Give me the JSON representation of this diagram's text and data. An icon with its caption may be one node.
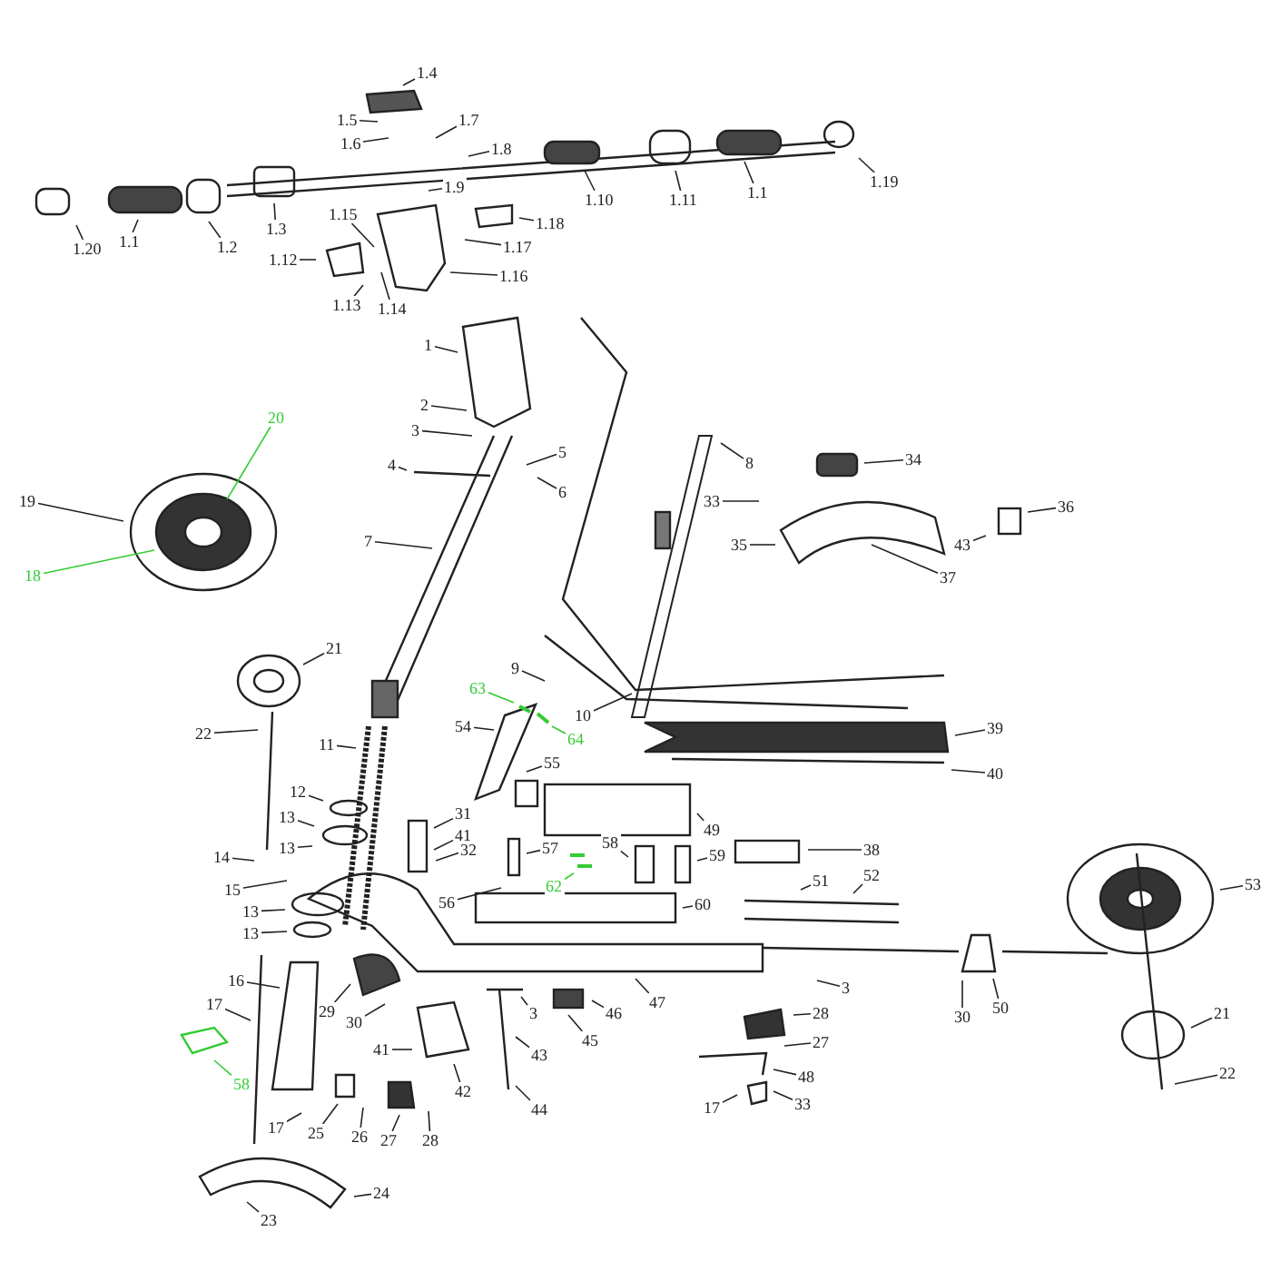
{
  "diagram": {
    "nodes": [
      {
        "text": [
          "1.4"
        ]
      },
      {
        "text": [
          "1.5"
        ]
      },
      {
        "text": [
          "1.6"
        ]
      },
      {
        "text": [
          "1.7"
        ]
      },
      {
        "text": [
          "1.8"
        ]
      },
      {
        "text": [
          "1.9"
        ]
      },
      {
        "text": [
          "1.10"
        ]
      },
      {
        "text": [
          "1.11"
        ]
      },
      {
        "text": [
          "1.1"
        ]
      },
      {
        "text": [
          "1.19"
        ]
      },
      {
        "text": [
          "1.20"
        ]
      },
      {
        "text": [
          "1.1"
        ]
      },
      {
        "text": [
          "1.2"
        ]
      },
      {
        "text": [
          "1.3"
        ]
      },
      {
        "text": [
          "1.15"
        ]
      },
      {
        "text": [
          "1.12"
        ]
      },
      {
        "text": [
          "1.13"
        ]
      },
      {
        "text": [
          "1.14"
        ]
      },
      {
        "text": [
          "1.18"
        ]
      },
      {
        "text": [
          "1.17"
        ]
      },
      {
        "text": [
          "1.16"
        ]
      },
      {
        "text": [
          "1"
        ]
      },
      {
        "text": [
          "2"
        ]
      },
      {
        "text": [
          "3"
        ]
      },
      {
        "text": [
          "4"
        ]
      },
      {
        "text": [
          "5"
        ]
      },
      {
        "text": [
          "6"
        ]
      },
      {
        "text": [
          "7"
        ]
      },
      {
        "text": [
          "8"
        ]
      },
      {
        "text": [
          "33"
        ]
      },
      {
        "text": [
          "34"
        ]
      },
      {
        "text": [
          "35"
        ]
      },
      {
        "text": [
          "36"
        ]
      },
      {
        "text": [
          "43"
        ]
      },
      {
        "text": [
          "37"
        ]
      },
      {
        "text": [
          "19"
        ]
      },
      {
        "text": [
          "20"
        ]
      },
      {
        "text": [
          "18"
        ]
      },
      {
        "text": [
          "21"
        ]
      },
      {
        "text": [
          "22"
        ]
      },
      {
        "text": [
          "11"
        ]
      },
      {
        "text": [
          "12"
        ]
      },
      {
        "text": [
          "13"
        ]
      },
      {
        "text": [
          "13"
        ]
      },
      {
        "text": [
          "14"
        ]
      },
      {
        "text": [
          "15"
        ]
      },
      {
        "text": [
          "13"
        ]
      },
      {
        "text": [
          "13"
        ]
      },
      {
        "text": [
          "16"
        ]
      },
      {
        "text": [
          "17"
        ]
      },
      {
        "text": [
          "58"
        ]
      },
      {
        "text": [
          "17"
        ]
      },
      {
        "text": [
          "25"
        ]
      },
      {
        "text": [
          "26"
        ]
      },
      {
        "text": [
          "27"
        ]
      },
      {
        "text": [
          "28"
        ]
      },
      {
        "text": [
          "24"
        ]
      },
      {
        "text": [
          "23"
        ]
      },
      {
        "text": [
          "29"
        ]
      },
      {
        "text": [
          "30"
        ]
      },
      {
        "text": [
          "41"
        ]
      },
      {
        "text": [
          "42"
        ]
      },
      {
        "text": [
          "9"
        ]
      },
      {
        "text": [
          "10"
        ]
      },
      {
        "text": [
          "63"
        ]
      },
      {
        "text": [
          "54"
        ]
      },
      {
        "text": [
          "64"
        ]
      },
      {
        "text": [
          "55"
        ]
      },
      {
        "text": [
          "31"
        ]
      },
      {
        "text": [
          "41"
        ]
      },
      {
        "text": [
          "32"
        ]
      },
      {
        "text": [
          "56"
        ]
      },
      {
        "text": [
          "57"
        ]
      },
      {
        "text": [
          "58"
        ]
      },
      {
        "text": [
          "62"
        ]
      },
      {
        "text": [
          "49"
        ]
      },
      {
        "text": [
          "59"
        ]
      },
      {
        "text": [
          "60"
        ]
      },
      {
        "text": [
          "38"
        ]
      },
      {
        "text": [
          "51"
        ]
      },
      {
        "text": [
          "52"
        ]
      },
      {
        "text": [
          "47"
        ]
      },
      {
        "text": [
          "3"
        ]
      },
      {
        "text": [
          "43"
        ]
      },
      {
        "text": [
          "44"
        ]
      },
      {
        "text": [
          "45"
        ]
      },
      {
        "text": [
          "46"
        ]
      },
      {
        "text": [
          "3"
        ]
      },
      {
        "text": [
          "28"
        ]
      },
      {
        "text": [
          "27"
        ]
      },
      {
        "text": [
          "48"
        ]
      },
      {
        "text": [
          "17"
        ]
      },
      {
        "text": [
          "33"
        ]
      },
      {
        "text": [
          "39"
        ]
      },
      {
        "text": [
          "40"
        ]
      },
      {
        "text": [
          "53"
        ]
      },
      {
        "text": [
          "50"
        ]
      },
      {
        "text": [
          "30"
        ]
      },
      {
        "text": [
          "21"
        ]
      },
      {
        "text": [
          "22"
        ]
      }
    ],
    "edges": [
      {
        "from": 0,
        "to": null,
        "arrow": "none"
      },
      {
        "from": 1,
        "to": null,
        "arrow": "none"
      },
      {
        "from": 2,
        "to": null,
        "arrow": "none"
      },
      {
        "from": 3,
        "to": null,
        "arrow": "none"
      },
      {
        "from": 4,
        "to": null,
        "arrow": "none"
      },
      {
        "from": 5,
        "to": null,
        "arrow": "none"
      },
      {
        "from": 6,
        "to": null,
        "arrow": "none"
      },
      {
        "from": 7,
        "to": null,
        "arrow": "none"
      },
      {
        "from": 8,
        "to": null,
        "arrow": "none"
      },
      {
        "from": 9,
        "to": null,
        "arrow": "none"
      },
      {
        "from": 10,
        "to": null,
        "arrow": "none"
      },
      {
        "from": 11,
        "to": null,
        "arrow": "none"
      },
      {
        "from": 12,
        "to": null,
        "arrow": "none"
      },
      {
        "from": 13,
        "to": null,
        "arrow": "none"
      },
      {
        "from": 14,
        "to": null,
        "arrow": "none"
      },
      {
        "from": 15,
        "to": null,
        "arrow": "none"
      },
      {
        "from": 16,
        "to": null,
        "arrow": "none"
      },
      {
        "from": 17,
        "to": null,
        "arrow": "none"
      },
      {
        "from": 18,
        "to": null,
        "arrow": "none"
      },
      {
        "from": 19,
        "to": null,
        "arrow": "none"
      },
      {
        "from": 20,
        "to": null,
        "arrow": "none"
      },
      {
        "from": 21,
        "to": null,
        "arrow": "none"
      },
      {
        "from": 22,
        "to": null,
        "arrow": "none"
      },
      {
        "from": 23,
        "to": null,
        "arrow": "none"
      },
      {
        "from": 24,
        "to": null,
        "arrow": "none"
      },
      {
        "from": 25,
        "to": null,
        "arrow": "none"
      },
      {
        "from": 26,
        "to": null,
        "arrow": "none"
      },
      {
        "from": 27,
        "to": null,
        "arrow": "none"
      },
      {
        "from": 28,
        "to": null,
        "arrow": "none"
      },
      {
        "from": 29,
        "to": null,
        "arrow": "none"
      },
      {
        "from": 30,
        "to": null,
        "arrow": "none"
      },
      {
        "from": 31,
        "to": null,
        "arrow": "none"
      },
      {
        "from": 32,
        "to": null,
        "arrow": "none"
      },
      {
        "from": 33,
        "to": null,
        "arrow": "none"
      },
      {
        "from": 34,
        "to": null,
        "arrow": "none"
      },
      {
        "from": 35,
        "to": null,
        "arrow": "none"
      },
      {
        "from": 36,
        "to": null,
        "arrow": "none",
        "color": "#33cc33"
      },
      {
        "from": 37,
        "to": null,
        "arrow": "none",
        "color": "#33cc33"
      },
      {
        "from": 38,
        "to": null,
        "arrow": "none"
      },
      {
        "from": 39,
        "to": null,
        "arrow": "none"
      },
      {
        "from": 40,
        "to": null,
        "arrow": "none"
      },
      {
        "from": 41,
        "to": null,
        "arrow": "none"
      },
      {
        "from": 42,
        "to": null,
        "arrow": "none"
      },
      {
        "from": 43,
        "to": null,
        "arrow": "none"
      },
      {
        "from": 44,
        "to": null,
        "arrow": "none"
      },
      {
        "from": 45,
        "to": null,
        "arrow": "none"
      },
      {
        "from": 46,
        "to": null,
        "arrow": "none"
      },
      {
        "from": 47,
        "to": null,
        "arrow": "none"
      },
      {
        "from": 48,
        "to": null,
        "arrow": "none"
      },
      {
        "from": 49,
        "to": null,
        "arrow": "none"
      },
      {
        "from": 50,
        "to": null,
        "arrow": "none",
        "color": "#33cc33"
      },
      {
        "from": 51,
        "to": null,
        "arrow": "none"
      },
      {
        "from": 52,
        "to": null,
        "arrow": "none"
      },
      {
        "from": 53,
        "to": null,
        "arrow": "none"
      },
      {
        "from": 54,
        "to": null,
        "arrow": "none"
      },
      {
        "from": 55,
        "to": null,
        "arrow": "none"
      },
      {
        "from": 56,
        "to": null,
        "arrow": "none"
      },
      {
        "from": 57,
        "to": null,
        "arrow": "none"
      },
      {
        "from": 58,
        "to": null,
        "arrow": "none"
      },
      {
        "from": 59,
        "to": null,
        "arrow": "none"
      },
      {
        "from": 60,
        "to": null,
        "arrow": "none"
      },
      {
        "from": 61,
        "to": null,
        "arrow": "none"
      },
      {
        "from": 62,
        "to": null,
        "arrow": "none"
      },
      {
        "from": 63,
        "to": null,
        "arrow": "none"
      },
      {
        "from": 64,
        "to": null,
        "arrow": "none",
        "color": "#33cc33"
      },
      {
        "from": 65,
        "to": null,
        "arrow": "none"
      },
      {
        "from": 66,
        "to": null,
        "arrow": "none",
        "color": "#33cc33"
      },
      {
        "from": 67,
        "to": null,
        "arrow": "none"
      },
      {
        "from": 68,
        "to": null,
        "arrow": "none"
      },
      {
        "from": 69,
        "to": null,
        "arrow": "none"
      },
      {
        "from": 70,
        "to": null,
        "arrow": "none"
      },
      {
        "from": 71,
        "to": null,
        "arrow": "none"
      },
      {
        "from": 72,
        "to": null,
        "arrow": "none"
      },
      {
        "from": 73,
        "to": null,
        "arrow": "none"
      },
      {
        "from": 74,
        "to": null,
        "arrow": "none",
        "color": "#33cc33"
      },
      {
        "from": 75,
        "to": null,
        "arrow": "none"
      },
      {
        "from": 76,
        "to": null,
        "arrow": "none"
      },
      {
        "from": 77,
        "to": null,
        "arrow": "none"
      },
      {
        "from": 78,
        "to": null,
        "arrow": "none"
      },
      {
        "from": 79,
        "to": null,
        "arrow": "none"
      },
      {
        "from": 80,
        "to": null,
        "arrow": "none"
      },
      {
        "from": 81,
        "to": null,
        "arrow": "none"
      },
      {
        "from": 82,
        "to": null,
        "arrow": "none"
      },
      {
        "from": 83,
        "to": null,
        "arrow": "none"
      },
      {
        "from": 84,
        "to": null,
        "arrow": "none"
      },
      {
        "from": 85,
        "to": null,
        "arrow": "none"
      },
      {
        "from": 86,
        "to": null,
        "arrow": "none"
      },
      {
        "from": 87,
        "to": null,
        "arrow": "none"
      },
      {
        "from": 88,
        "to": null,
        "arrow": "none"
      },
      {
        "from": 89,
        "to": null,
        "arrow": "none"
      },
      {
        "from": 90,
        "to": null,
        "arrow": "none"
      },
      {
        "from": 91,
        "to": null,
        "arrow": "none"
      },
      {
        "from": 92,
        "to": null,
        "arrow": "none"
      },
      {
        "from": 93,
        "to": null,
        "arrow": "none"
      },
      {
        "from": 94,
        "to": null,
        "arrow": "none"
      },
      {
        "from": 95,
        "to": null,
        "arrow": "none"
      },
      {
        "from": 96,
        "to": null,
        "arrow": "none"
      },
      {
        "from": 97,
        "to": null,
        "arrow": "none"
      },
      {
        "from": 98,
        "to": null,
        "arrow": "none"
      },
      {
        "from": 99,
        "to": null,
        "arrow": "none"
      }
    ]
  }
}
